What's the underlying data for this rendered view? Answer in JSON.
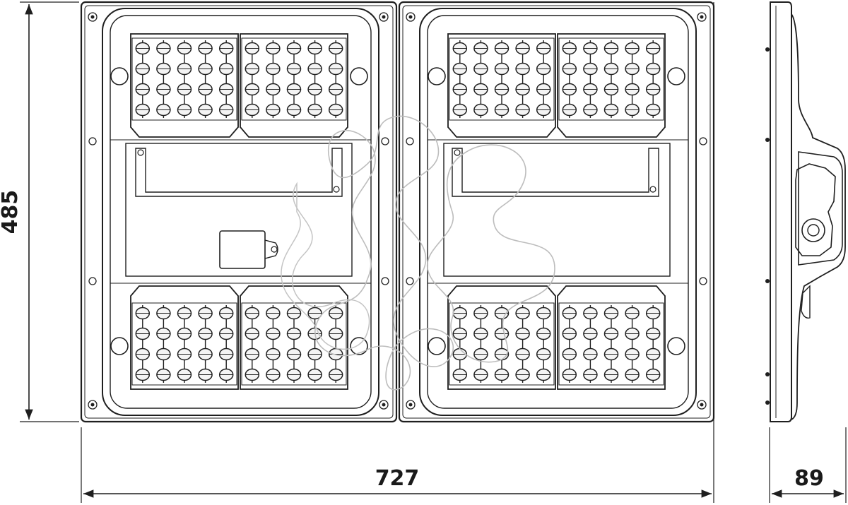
{
  "dimensions": {
    "height_label": "485",
    "width_label": "727",
    "depth_label": "89"
  },
  "colors": {
    "line": "#1f1f1f",
    "led_fill": "#f4f4f4",
    "outline_grey": "#bdbdbd",
    "background": "#ffffff"
  },
  "led_module": {
    "columns": 5,
    "rows": 4
  }
}
